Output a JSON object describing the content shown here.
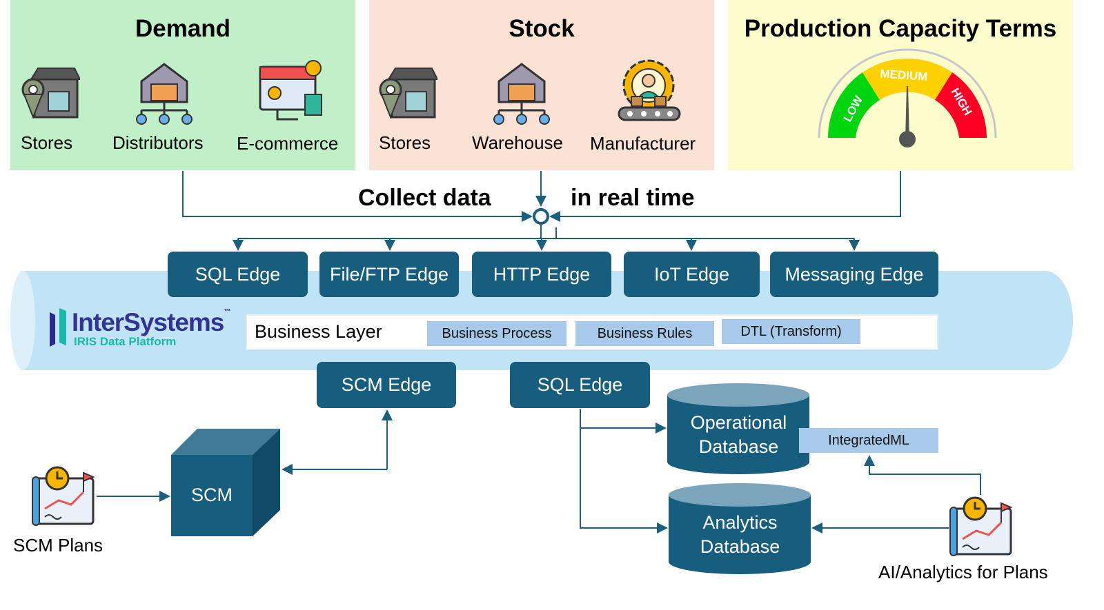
{
  "demand": {
    "title": "Demand",
    "items": [
      {
        "label": "Stores",
        "icon": "store-icon"
      },
      {
        "label": "Distributors",
        "icon": "distributor-warehouse-icon"
      },
      {
        "label": "E-commerce",
        "icon": "ecommerce-icon"
      }
    ]
  },
  "stock": {
    "title": "Stock",
    "items": [
      {
        "label": "Stores",
        "icon": "store-icon"
      },
      {
        "label": "Warehouse",
        "icon": "warehouse-icon"
      },
      {
        "label": "Manufacturer",
        "icon": "manufacturer-icon"
      }
    ]
  },
  "capacity": {
    "title": "Production Capacity Terms",
    "gauge": {
      "low": "LOW",
      "medium": "MEDIUM",
      "high": "HIGH",
      "level": "medium",
      "colors": {
        "low": "#00d60f",
        "medium": "#fdd000",
        "high": "#ff0025"
      }
    }
  },
  "collect": {
    "left": "Collect data",
    "right": "in real time"
  },
  "edges_top": [
    "SQL Edge",
    "File/FTP Edge",
    "HTTP Edge",
    "IoT Edge",
    "Messaging Edge"
  ],
  "logo": {
    "name": "InterSystems",
    "tm": "™",
    "sub": "IRIS Data Platform"
  },
  "business": {
    "label": "Business Layer",
    "tags": [
      "Business Process",
      "Business Rules",
      "DTL (Transform)"
    ]
  },
  "edges_bottom": [
    "SCM Edge",
    "SQL Edge"
  ],
  "scm": {
    "label": "SCM",
    "plans": "SCM Plans"
  },
  "databases": {
    "operational": [
      "Operational",
      "Database"
    ],
    "analytics": [
      "Analytics",
      "Database"
    ],
    "integratedml": "IntegratedML"
  },
  "ai": {
    "label": "AI/Analytics for Plans"
  },
  "colors": {
    "edge": "#165d7e",
    "demand_bg": "#c1f0c8",
    "stock_bg": "#fbe2d5",
    "capacity_bg": "#fdfccc",
    "pipe": "#c0e4f5",
    "tag": "#a7c9ea"
  }
}
